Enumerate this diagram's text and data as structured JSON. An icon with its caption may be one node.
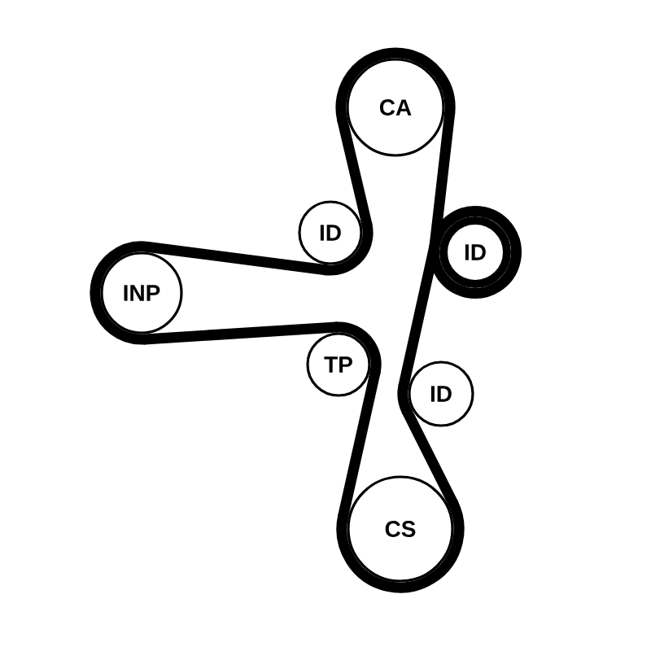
{
  "diagram": {
    "nodes": [
      {
        "text": [
          "CA"
        ]
      },
      {
        "text": [
          "ID"
        ]
      },
      {
        "text": [
          "ID"
        ]
      },
      {
        "text": [
          "INP"
        ]
      },
      {
        "text": [
          "TP"
        ]
      },
      {
        "text": [
          "ID"
        ]
      },
      {
        "text": [
          "CS"
        ]
      }
    ],
    "edges": [
      {
        "from": 0,
        "to": 1,
        "arrow": "none"
      },
      {
        "from": 1,
        "to": 3,
        "arrow": "none"
      },
      {
        "from": 3,
        "to": 4,
        "arrow": "none"
      },
      {
        "from": 4,
        "to": 6,
        "arrow": "none"
      },
      {
        "from": 6,
        "to": 5,
        "arrow": "none"
      },
      {
        "from": 5,
        "to": 2,
        "arrow": "none"
      },
      {
        "from": 2,
        "to": 0,
        "arrow": "none"
      }
    ]
  }
}
